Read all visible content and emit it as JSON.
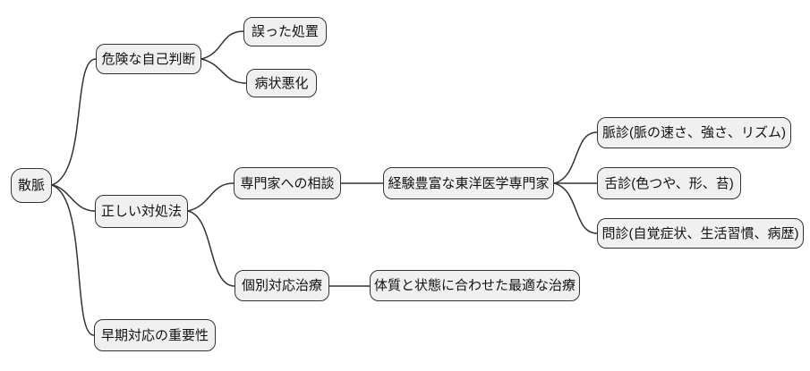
{
  "diagram": {
    "type": "mindmap",
    "nodes": {
      "root": {
        "label": "散脈"
      },
      "self_diagnosis": {
        "label": "危険な自己判断"
      },
      "wrong_treatment": {
        "label": "誤った処置"
      },
      "worsening": {
        "label": "病状悪化"
      },
      "correct_response": {
        "label": "正しい対処法"
      },
      "early_response": {
        "label": "早期対応の重要性"
      },
      "consult_expert": {
        "label": "専門家への相談"
      },
      "experienced_expert": {
        "label": "経験豊富な東洋医学専門家"
      },
      "pulse_diagnosis": {
        "label": "脈診(脈の速さ、強さ、リズム)"
      },
      "tongue_diagnosis": {
        "label": "舌診(色つや、形、苔)"
      },
      "interview": {
        "label": "問診(自覚症状、生活習慣、病歴)"
      },
      "individualized_treatment": {
        "label": "個別対応治療"
      },
      "optimal_treatment": {
        "label": "体質と状態に合わせた最適な治療"
      }
    },
    "edges": [
      {
        "from": "root",
        "to": "self_diagnosis"
      },
      {
        "from": "root",
        "to": "correct_response"
      },
      {
        "from": "root",
        "to": "early_response"
      },
      {
        "from": "self_diagnosis",
        "to": "wrong_treatment"
      },
      {
        "from": "self_diagnosis",
        "to": "worsening"
      },
      {
        "from": "correct_response",
        "to": "consult_expert"
      },
      {
        "from": "correct_response",
        "to": "individualized_treatment"
      },
      {
        "from": "consult_expert",
        "to": "experienced_expert"
      },
      {
        "from": "experienced_expert",
        "to": "pulse_diagnosis"
      },
      {
        "from": "experienced_expert",
        "to": "tongue_diagnosis"
      },
      {
        "from": "experienced_expert",
        "to": "interview"
      },
      {
        "from": "individualized_treatment",
        "to": "optimal_treatment"
      }
    ],
    "colors": {
      "background": "#ffffff",
      "node_fill": "#f0f0f0",
      "node_border": "#333333",
      "edge": "#333333",
      "text": "#111111"
    }
  }
}
